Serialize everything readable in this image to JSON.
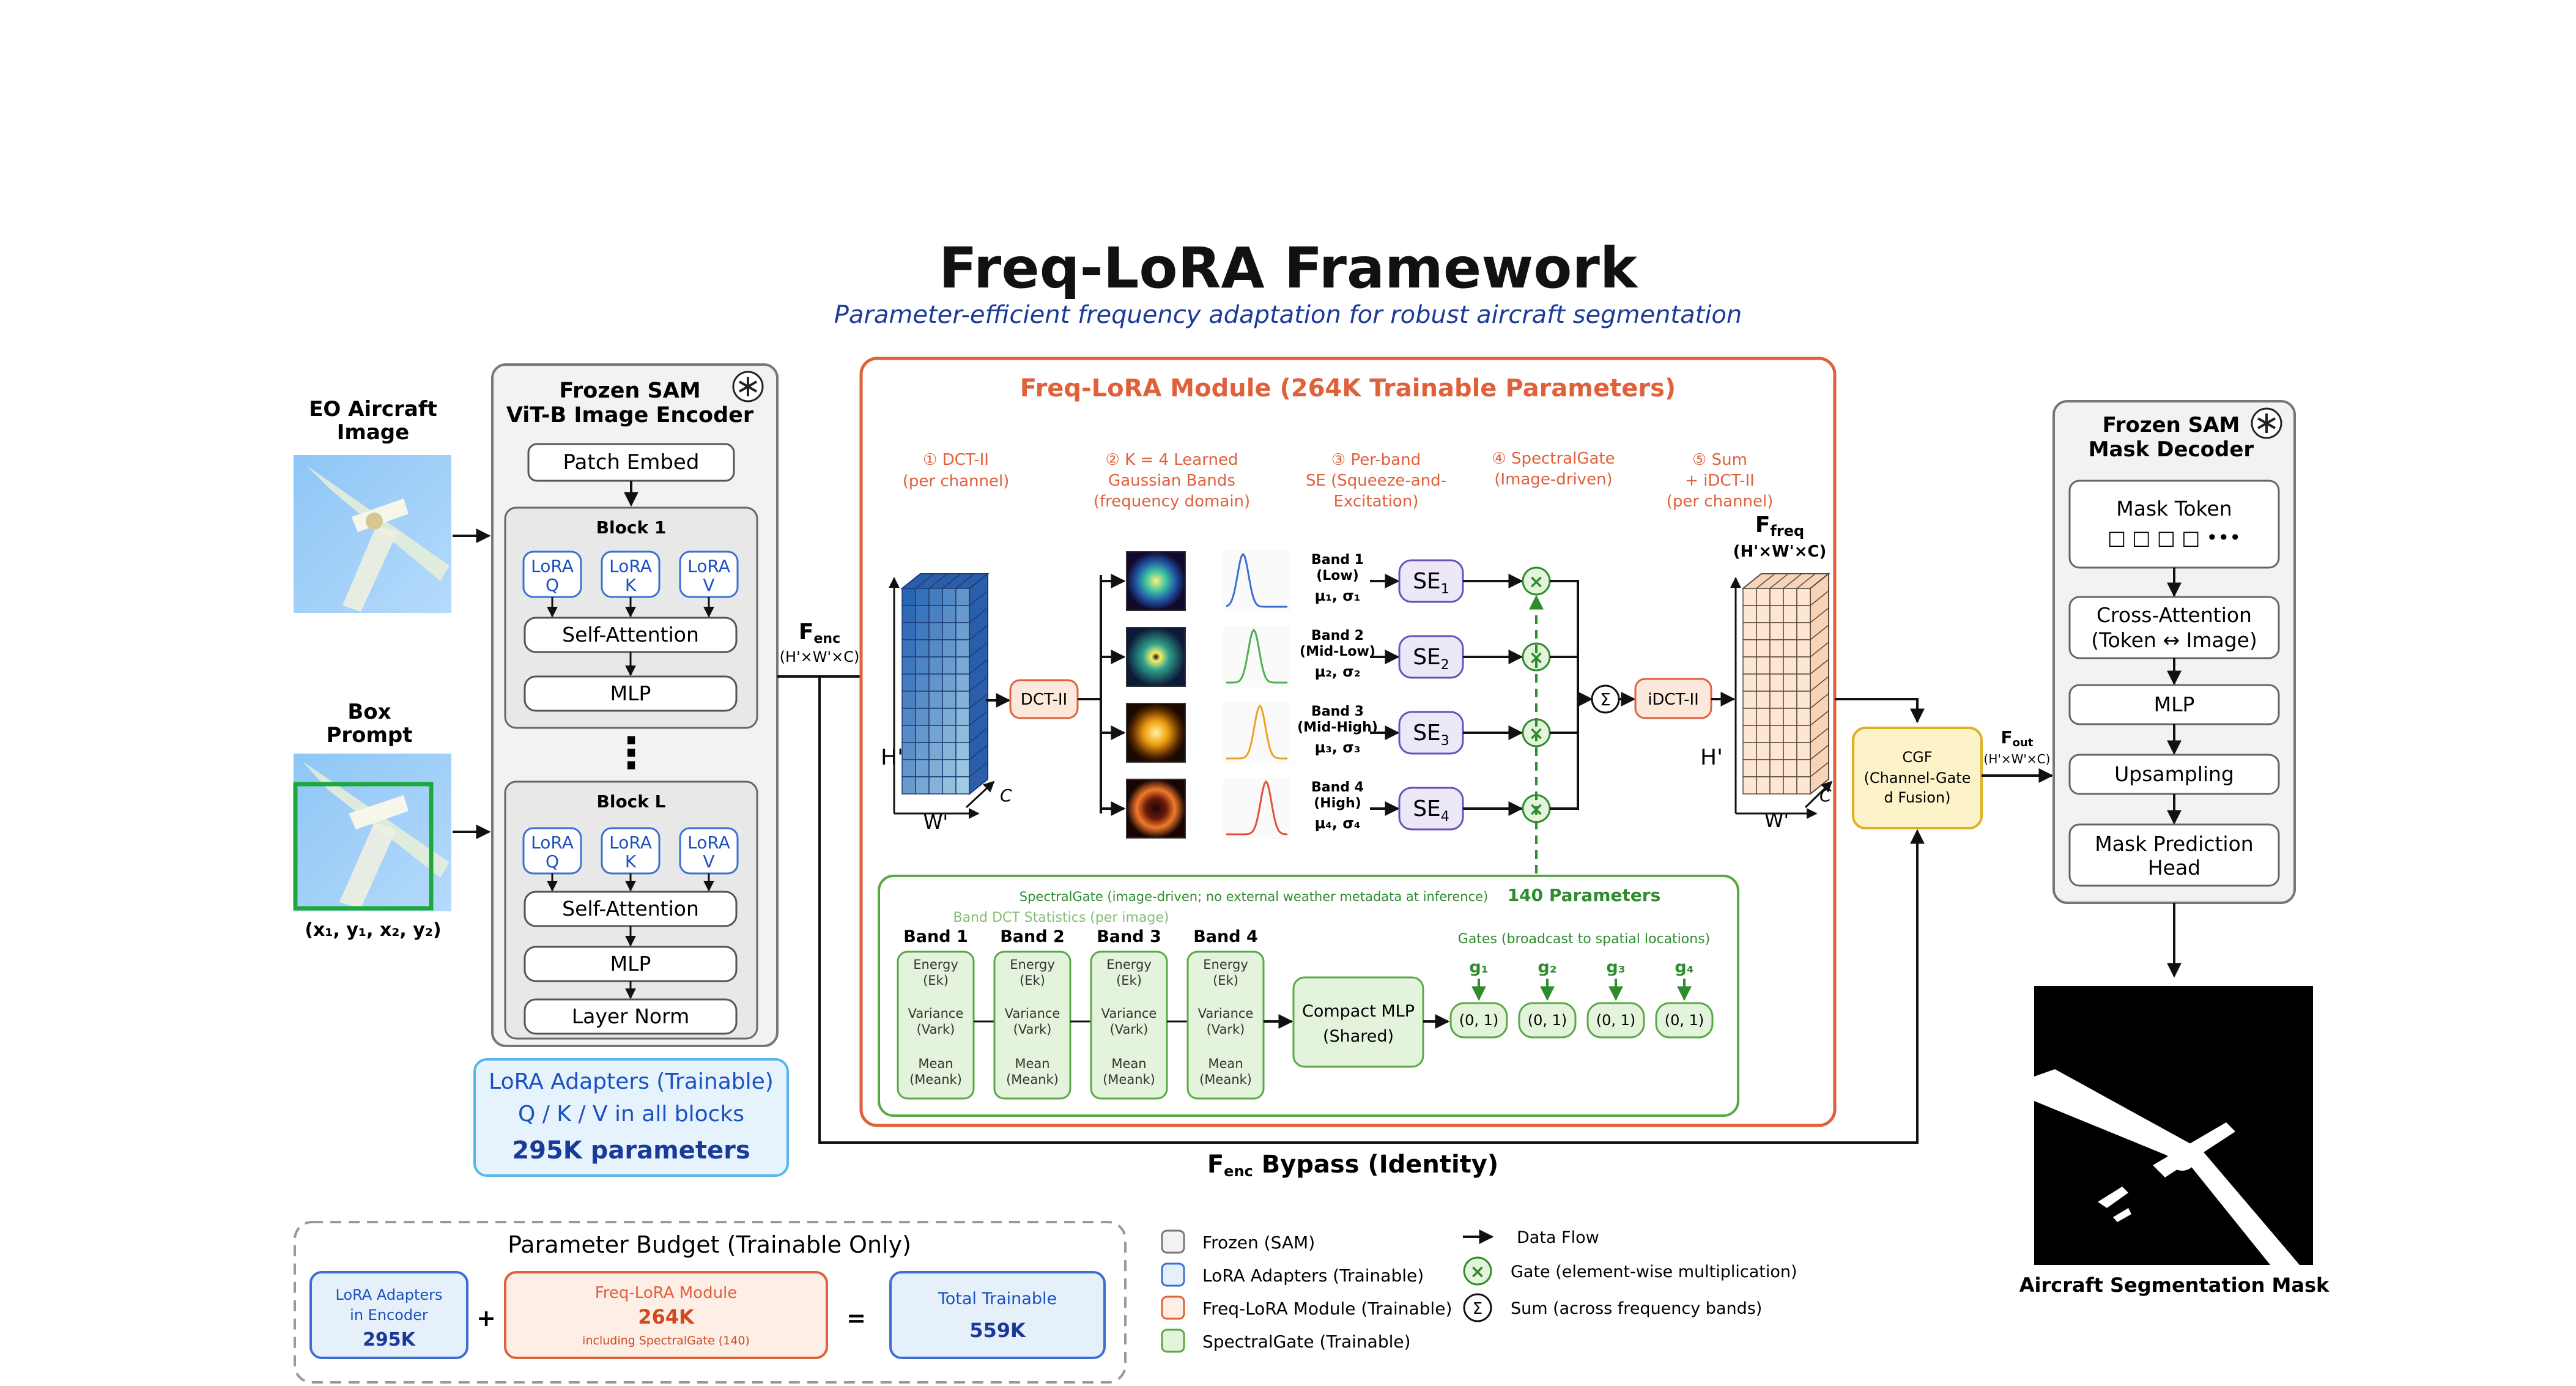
{
  "header": {
    "title": "Freq-LoRA Framework",
    "subtitle": "Parameter-efficient frequency adaptation for robust aircraft segmentation"
  },
  "inputs": {
    "image_label_1": "EO Aircraft",
    "image_label_2": "Image",
    "prompt_label_1": "Box",
    "prompt_label_2": "Prompt",
    "box_coords": "(x₁, y₁, x₂, y₂)"
  },
  "encoder": {
    "title_1": "Frozen SAM",
    "title_2": "ViT-B Image Encoder",
    "patch_embed": "Patch Embed",
    "block1": "Block 1",
    "blockL": "Block L",
    "lora_q": [
      "LoRA",
      "Q"
    ],
    "lora_k": [
      "LoRA",
      "K"
    ],
    "lora_v": [
      "LoRA",
      "V"
    ],
    "self_attention": "Self-Attention",
    "mlp": "MLP",
    "dots": "⋮",
    "layer_norm": "Layer Norm"
  },
  "lora_box": {
    "line1": "LoRA Adapters (Trainable)",
    "line2": "Q / K / V in all blocks",
    "line3": "295K parameters"
  },
  "fenc": {
    "label": "F",
    "sub": "enc",
    "dims": "(H'×W'×C)",
    "h": "H'",
    "w": "W'",
    "c": "C"
  },
  "freq_module": {
    "title": "Freq-LoRA Module (264K Trainable Parameters)",
    "step1": [
      "① DCT-II",
      "(per channel)"
    ],
    "step2": [
      "② K = 4 Learned",
      "Gaussian Bands",
      "(frequency domain)"
    ],
    "step3": [
      "③ Per-band",
      "SE (Squeeze-and-",
      "Excitation)"
    ],
    "step4": [
      "④ SpectralGate",
      "(Image-driven)"
    ],
    "step5": [
      "⑤ Sum",
      "+ iDCT-II",
      "(per channel)"
    ],
    "dct": "DCT-II",
    "idct": "iDCT-II",
    "sum_symbol": "Σ",
    "gate_symbol": "×",
    "bands": [
      {
        "name": "Band 1",
        "range": "(Low)",
        "params": "μ₁, σ₁",
        "se": "SE",
        "se_sub": "1"
      },
      {
        "name": "Band 2",
        "range": "(Mid-Low)",
        "params": "μ₂, σ₂",
        "se": "SE",
        "se_sub": "2"
      },
      {
        "name": "Band 3",
        "range": "(Mid-High)",
        "params": "μ₃, σ₃",
        "se": "SE",
        "se_sub": "3"
      },
      {
        "name": "Band 4",
        "range": "(High)",
        "params": "μ₄, σ₄",
        "se": "SE",
        "se_sub": "4"
      }
    ],
    "band_colors": [
      "#3b6fd4",
      "#4caf50",
      "#f0a020",
      "#e0503a"
    ],
    "ffreq_label": "F",
    "ffreq_sub": "freq",
    "ffreq_dims": "(H'×W'×C)"
  },
  "spectral_gate": {
    "header": "SpectralGate (image-driven; no external weather metadata at inference)",
    "params": "140 Parameters",
    "stats_title": "Band DCT Statistics (per image)",
    "gates_title": "Gates (broadcast to spatial locations)",
    "columns": [
      "Band 1",
      "Band 2",
      "Band 3",
      "Band 4"
    ],
    "stat_lines": [
      "Energy",
      "(Ek)",
      "Variance",
      "(Vark)",
      "Mean",
      "(Meank)"
    ],
    "mlp": [
      "Compact MLP",
      "(Shared)"
    ],
    "gates": [
      "g₁",
      "g₂",
      "g₃",
      "g₄"
    ],
    "gate_range": "(0, 1)"
  },
  "bypass": {
    "label": "F",
    "sub": "enc",
    "text": " Bypass (Identity)"
  },
  "cgf": {
    "line1": "CGF",
    "line2": "(Channel-Gate",
    "line3": "d Fusion)",
    "fout": "F",
    "fout_sub": "out",
    "fout_dims": "(H'×W'×C)"
  },
  "decoder": {
    "title_1": "Frozen SAM",
    "title_2": "Mask Decoder",
    "mask_token": "Mask Token",
    "token_dots": "□  □  □  □ •••",
    "cross_attention_1": "Cross-Attention",
    "cross_attention_2": "(Token ↔ Image)",
    "mlp": "MLP",
    "upsampling": "Upsampling",
    "mask_head_1": "Mask Prediction",
    "mask_head_2": "Head",
    "output_label": "Aircraft Segmentation Mask"
  },
  "budget": {
    "title": "Parameter Budget (Trainable Only)",
    "lora_1": "LoRA Adapters",
    "lora_2": "in Encoder",
    "lora_val": "295K",
    "plus": "+",
    "freq_1": "Freq-LoRA Module",
    "freq_val": "264K",
    "freq_note": "including SpectralGate (140)",
    "equals": "=",
    "total_1": "Total Trainable",
    "total_val": "559K"
  },
  "legend": {
    "frozen": "Frozen (SAM)",
    "lora": "LoRA Adapters (Trainable)",
    "freq": "Freq-LoRA Module (Trainable)",
    "gate": "SpectralGate (Trainable)",
    "flow": "Data Flow",
    "gate_op": "Gate (element-wise multiplication)",
    "sum_op": "Sum (across frequency bands)"
  },
  "colors": {
    "frozen": "#7a7a7a",
    "lora": "#3b6fd4",
    "freq": "#e0603a",
    "gate": "#5aa845",
    "cgf": "#e0b020",
    "title": "#111111",
    "subtitle": "#1a3a9a"
  }
}
